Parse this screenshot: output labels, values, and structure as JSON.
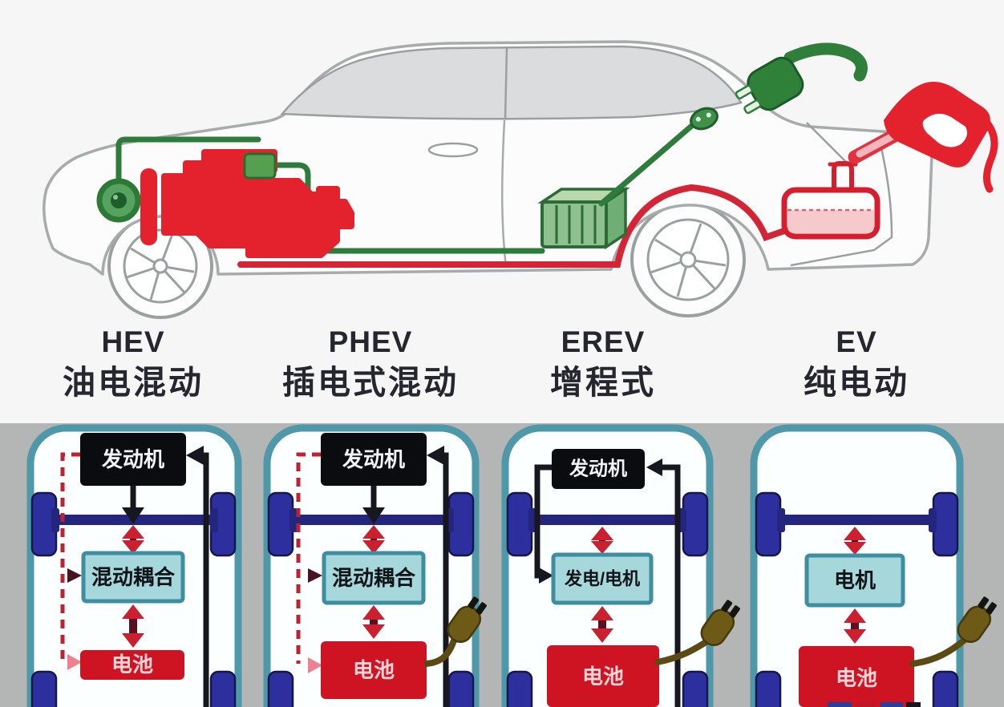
{
  "headings": [
    {
      "abbr": "HEV",
      "zh": "油电混动"
    },
    {
      "abbr": "PHEV",
      "zh": "插电式混动"
    },
    {
      "abbr": "EREV",
      "zh": "增程式"
    },
    {
      "abbr": "EV",
      "zh": "纯电动"
    }
  ],
  "panels": [
    {
      "type": "HEV",
      "boxes": {
        "engine": "发动机",
        "coupling": "混动耦合",
        "battery": "电池"
      }
    },
    {
      "type": "PHEV",
      "boxes": {
        "engine": "发动机",
        "coupling": "混动耦合",
        "battery": "电池"
      }
    },
    {
      "type": "EREV",
      "boxes": {
        "engine": "发动机",
        "generator_motor": "发电/电机",
        "battery": "电池"
      }
    },
    {
      "type": "EV",
      "boxes": {
        "motor": "电机",
        "battery": "电池"
      }
    }
  ],
  "icons": [
    "engine-icon",
    "radiator-icon",
    "electric-motor-icon",
    "inverter-box-icon",
    "battery-pack-icon",
    "charging-socket-icon",
    "charging-plug-icon",
    "fuel-nozzle-icon",
    "fuel-tank-icon",
    "wall-plug-icon"
  ],
  "colors": {
    "band_gray": "#b3b6b5",
    "panel_border_teal": "#4e98a9",
    "wheel_navy": "#2d2f9f",
    "axle_navy": "#24267d",
    "engine_box_black": "#0b0c10",
    "coupling_fill": "#a6d7db",
    "coupling_border": "#3c8ea0",
    "battery_red": "#ce1422",
    "battery_text_pink": "#ffd4d6",
    "arrow_head_red": "#cb2030",
    "arrow_shaft_maroon": "#5e0f1e",
    "dashed_red": "#c12031",
    "black_line": "#17181f",
    "plug_brown": "#6e5a17",
    "car_outline_gray": "#a7abab",
    "car_green": "#2e7c3c",
    "car_red": "#e3222e",
    "tank_pink": "#f6c9cd",
    "glass_gray": "#dadcdd"
  }
}
